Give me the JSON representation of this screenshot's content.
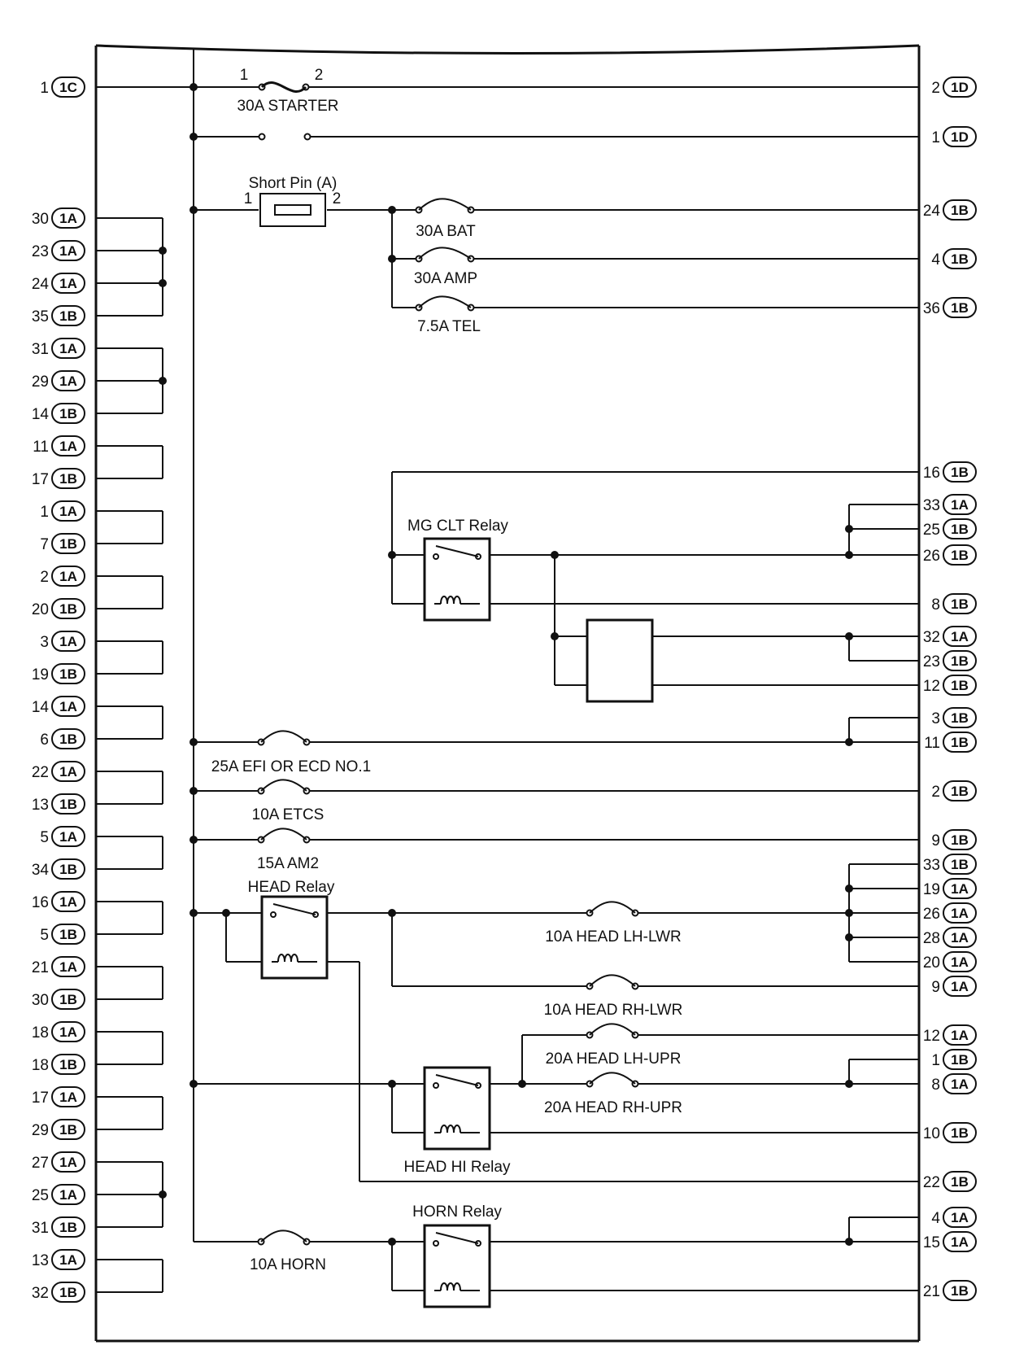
{
  "colors": {
    "ink": "#111111",
    "background": "#ffffff"
  },
  "fuses": {
    "starter": "30A STARTER",
    "bat": "30A BAT",
    "amp": "30A AMP",
    "tel": "7.5A TEL",
    "efi": "25A EFI OR ECD NO.1",
    "etcs": "10A ETCS",
    "am2": "15A AM2",
    "head_lh_lwr": "10A HEAD LH-LWR",
    "head_rh_lwr": "10A HEAD RH-LWR",
    "head_lh_upr": "20A HEAD LH-UPR",
    "head_rh_upr": "20A HEAD RH-UPR",
    "horn": "10A HORN"
  },
  "components": {
    "short_pin": "Short Pin (A)",
    "mg_clt_relay": "MG CLT Relay",
    "head_relay": "HEAD Relay",
    "head_hi_relay": "HEAD HI Relay",
    "horn_relay": "HORN Relay"
  },
  "terminal_numbers": {
    "one": "1",
    "two": "2"
  },
  "left_pins": [
    {
      "num": "1",
      "conn": "1C"
    },
    {
      "num": "30",
      "conn": "1A"
    },
    {
      "num": "23",
      "conn": "1A"
    },
    {
      "num": "24",
      "conn": "1A"
    },
    {
      "num": "35",
      "conn": "1B"
    },
    {
      "num": "31",
      "conn": "1A"
    },
    {
      "num": "29",
      "conn": "1A"
    },
    {
      "num": "14",
      "conn": "1B"
    },
    {
      "num": "11",
      "conn": "1A"
    },
    {
      "num": "17",
      "conn": "1B"
    },
    {
      "num": "1",
      "conn": "1A"
    },
    {
      "num": "7",
      "conn": "1B"
    },
    {
      "num": "2",
      "conn": "1A"
    },
    {
      "num": "20",
      "conn": "1B"
    },
    {
      "num": "3",
      "conn": "1A"
    },
    {
      "num": "19",
      "conn": "1B"
    },
    {
      "num": "14",
      "conn": "1A"
    },
    {
      "num": "6",
      "conn": "1B"
    },
    {
      "num": "22",
      "conn": "1A"
    },
    {
      "num": "13",
      "conn": "1B"
    },
    {
      "num": "5",
      "conn": "1A"
    },
    {
      "num": "34",
      "conn": "1B"
    },
    {
      "num": "16",
      "conn": "1A"
    },
    {
      "num": "5",
      "conn": "1B"
    },
    {
      "num": "21",
      "conn": "1A"
    },
    {
      "num": "30",
      "conn": "1B"
    },
    {
      "num": "18",
      "conn": "1A"
    },
    {
      "num": "18",
      "conn": "1B"
    },
    {
      "num": "17",
      "conn": "1A"
    },
    {
      "num": "29",
      "conn": "1B"
    },
    {
      "num": "27",
      "conn": "1A"
    },
    {
      "num": "25",
      "conn": "1A"
    },
    {
      "num": "31",
      "conn": "1B"
    },
    {
      "num": "13",
      "conn": "1A"
    },
    {
      "num": "32",
      "conn": "1B"
    }
  ],
  "right_pins": [
    {
      "num": "2",
      "conn": "1D"
    },
    {
      "num": "1",
      "conn": "1D"
    },
    {
      "num": "24",
      "conn": "1B"
    },
    {
      "num": "4",
      "conn": "1B"
    },
    {
      "num": "36",
      "conn": "1B"
    },
    {
      "num": "16",
      "conn": "1B"
    },
    {
      "num": "33",
      "conn": "1A"
    },
    {
      "num": "25",
      "conn": "1B"
    },
    {
      "num": "26",
      "conn": "1B"
    },
    {
      "num": "8",
      "conn": "1B"
    },
    {
      "num": "32",
      "conn": "1A"
    },
    {
      "num": "23",
      "conn": "1B"
    },
    {
      "num": "12",
      "conn": "1B"
    },
    {
      "num": "3",
      "conn": "1B"
    },
    {
      "num": "11",
      "conn": "1B"
    },
    {
      "num": "2",
      "conn": "1B"
    },
    {
      "num": "9",
      "conn": "1B"
    },
    {
      "num": "33",
      "conn": "1B"
    },
    {
      "num": "19",
      "conn": "1A"
    },
    {
      "num": "26",
      "conn": "1A"
    },
    {
      "num": "28",
      "conn": "1A"
    },
    {
      "num": "20",
      "conn": "1A"
    },
    {
      "num": "9",
      "conn": "1A"
    },
    {
      "num": "12",
      "conn": "1A"
    },
    {
      "num": "1",
      "conn": "1B"
    },
    {
      "num": "8",
      "conn": "1A"
    },
    {
      "num": "10",
      "conn": "1B"
    },
    {
      "num": "22",
      "conn": "1B"
    },
    {
      "num": "4",
      "conn": "1A"
    },
    {
      "num": "15",
      "conn": "1A"
    },
    {
      "num": "21",
      "conn": "1B"
    }
  ]
}
